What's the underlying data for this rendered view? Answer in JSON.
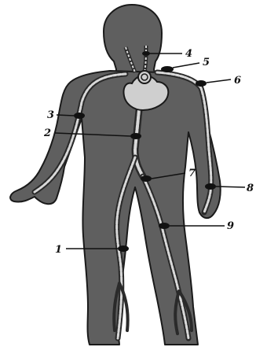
{
  "diagram": {
    "colors": {
      "background": "#ffffff",
      "body": "#5f5f5f",
      "outline": "#1a1a1a",
      "artery_light": "#d8d8d8",
      "artery_dark": "#2a2a2a",
      "heart": "#cfcfcf",
      "marker": "#111111"
    },
    "labels": [
      {
        "id": "1",
        "text": "1"
      },
      {
        "id": "2",
        "text": "2"
      },
      {
        "id": "3",
        "text": "3"
      },
      {
        "id": "4",
        "text": "4"
      },
      {
        "id": "5",
        "text": "5"
      },
      {
        "id": "6",
        "text": "6"
      },
      {
        "id": "7",
        "text": "7"
      },
      {
        "id": "8",
        "text": "8"
      },
      {
        "id": "9",
        "text": "9"
      }
    ]
  }
}
